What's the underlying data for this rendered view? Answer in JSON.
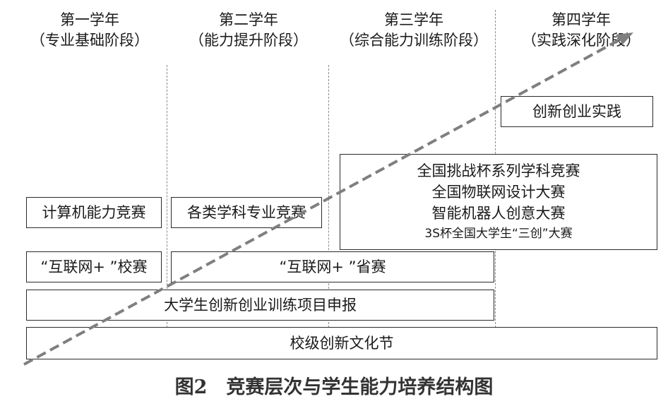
{
  "stages": [
    {
      "title": "第一学年",
      "subtitle": "（专业基础阶段）"
    },
    {
      "title": "第二学年",
      "subtitle": "（能力提升阶段）"
    },
    {
      "title": "第三学年",
      "subtitle": "（综合能力训练阶段）"
    },
    {
      "title": "第四学年",
      "subtitle": "（实践深化阶段）"
    }
  ],
  "boxes": {
    "innovation_practice": "创新创业实践",
    "national_competitions": [
      "全国挑战杯系列学科竞赛",
      "全国物联网设计大赛",
      "智能机器人创意大赛",
      "3S杯全国大学生“三创”大赛"
    ],
    "computer_skills": "计算机能力竞赛",
    "discipline_competitions": "各类学科专业竞赛",
    "internet_plus_school": "“互联网+ ”校赛",
    "internet_plus_province": "“互联网+ ”省赛",
    "student_training_project": "大学生创新创业训练项目申报",
    "culture_festival": "校级创新文化节"
  },
  "caption": "图2　竞赛层次与学生能力培养结构图",
  "colors": {
    "arrow": "#7f7f7f",
    "border": "#2a2a2a",
    "divider": "#8a8a8a"
  }
}
